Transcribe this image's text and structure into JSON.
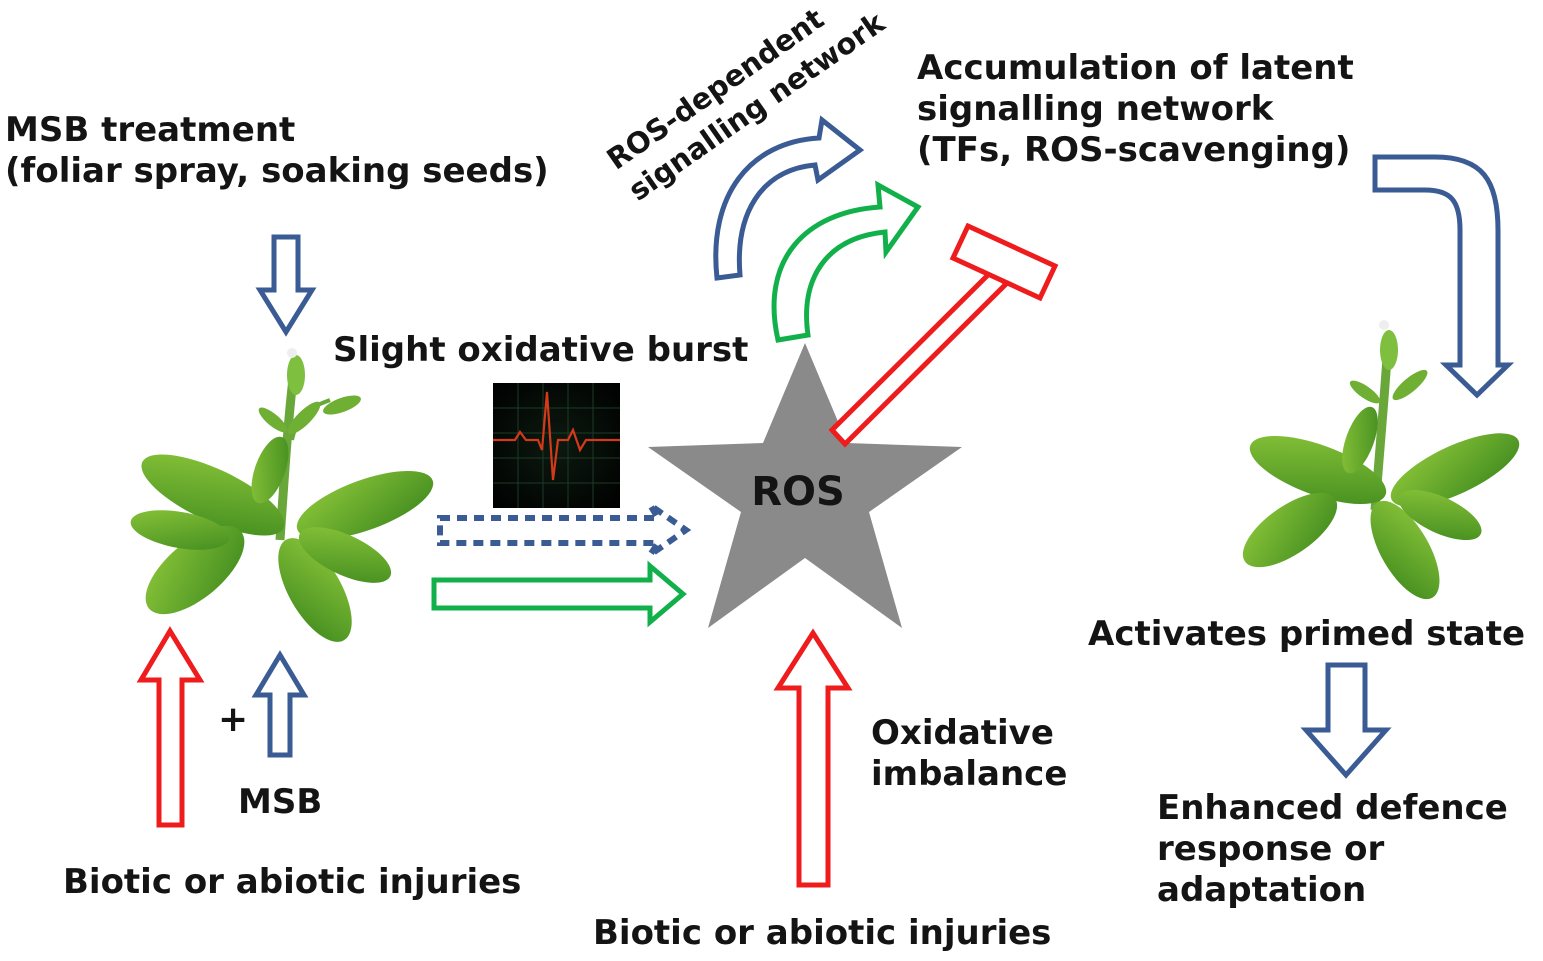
{
  "labels": {
    "msb_treatment": [
      "MSB treatment",
      "(foliar spray, soaking seeds)"
    ],
    "ros_dependent": [
      "ROS-dependent",
      "signalling network"
    ],
    "accumulation": [
      "Accumulation of latent",
      "signalling network",
      "(TFs, ROS-scavenging)"
    ],
    "slight_burst": "Slight oxidative burst",
    "ros": "ROS",
    "plus": "+",
    "msb": "MSB",
    "injuries_left": "Biotic or abiotic injuries",
    "oxidative_imbalance": [
      "Oxidative",
      "imbalance"
    ],
    "injuries_bottom": "Biotic or abiotic injuries",
    "activates_primed": "Activates primed state",
    "enhanced_defence": [
      "Enhanced defence",
      "response or",
      "adaptation"
    ]
  },
  "colors": {
    "blue_arrow": "#3a5b94",
    "green_arrow": "#12b04a",
    "red_arrow": "#ee1c1c",
    "star_fill": "#8a8a8a",
    "ecg_line": "#d23a1a",
    "plant_leaf": "#5aa52a"
  },
  "icons": {
    "plant_left": "plant-icon",
    "plant_right": "plant-icon",
    "ecg": "ecg-monitor-icon",
    "star": "star-shape"
  }
}
